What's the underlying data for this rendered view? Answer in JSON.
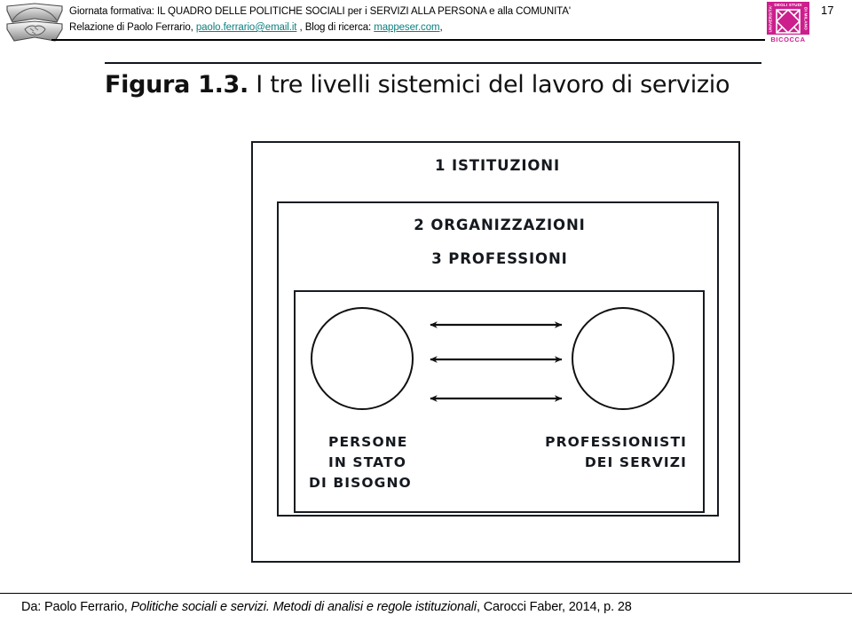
{
  "header": {
    "line1": "Giornata formativa: IL QUADRO DELLE POLITICHE SOCIALI per i SERVIZI ALLA PERSONA e alla COMUNITA'",
    "line2_prefix": "Relazione di Paolo Ferrario, ",
    "email_link": "paolo.ferrario@email.it",
    "line2_middle": " , Blog di ricerca: ",
    "blog_link": "mappeser.com",
    "line2_suffix": ",",
    "page_number": "17",
    "left_logo_icon": "handshake-book-logo",
    "right_logo": {
      "top_label": "DEGLI STUDI",
      "left_label": "UNIVERSITA'",
      "right_label": "DI MILANO",
      "wordmark": "BICOCCA",
      "color": "#cc1f8d",
      "mark_icon": "square-x-icon"
    },
    "link_color": "#0d8080"
  },
  "figure": {
    "number": "Figura 1.3.",
    "caption": "I tre livelli sistemici del lavoro di servizio",
    "levels": {
      "institutions": "1 ISTITUZIONI",
      "organizations": "2 ORGANIZZAZIONI",
      "professions": "3 PROFESSIONI"
    },
    "actors": {
      "left": {
        "line1": "PERSONE",
        "line2": "IN STATO",
        "line3": "DI BISOGNO"
      },
      "right": {
        "line1": "PROFESSIONISTI",
        "line2": "DEI SERVIZI"
      }
    },
    "relations": {
      "arrow_icon": "double-headed-arrow-icon",
      "count": 3,
      "direction": "bidirectional"
    }
  },
  "footer": {
    "prefix": "Da: Paolo Ferrario, ",
    "work_title": "Politiche sociali e servizi. Metodi di analisi e regole istituzionali",
    "suffix": ", Carocci Faber, 2014, p. 28"
  }
}
